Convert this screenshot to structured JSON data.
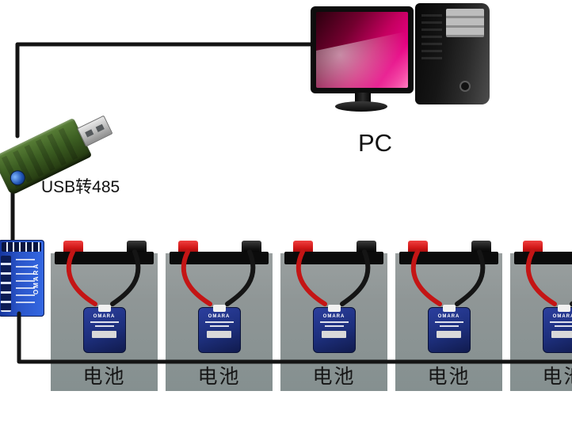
{
  "diagram": {
    "pc_label": "PC",
    "converter_label": "USB转485",
    "module_brand": "OMARA",
    "sensor_brand": "OMARA",
    "batteries": [
      {
        "label": "电池"
      },
      {
        "label": "电池"
      },
      {
        "label": "电池"
      },
      {
        "label": "电池"
      },
      {
        "label": "电池"
      }
    ],
    "colors": {
      "background": "#ffffff",
      "wire": "#141414",
      "battery_gray": "#8f9696",
      "sensor_navy": "#1d2f7c",
      "module_blue": "#2a55c9",
      "converter_green": "#3c5e22",
      "screen_magenta": "#e60082",
      "terminal_red": "#d01616"
    }
  }
}
